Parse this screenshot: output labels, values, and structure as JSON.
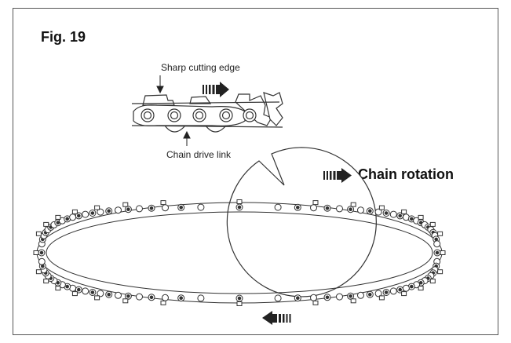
{
  "figure": {
    "label": "Fig. 19",
    "detail": {
      "sharp_edge_label": "Sharp cutting edge",
      "drive_link_label": "Chain drive link"
    },
    "legend": {
      "rotation_label": "Chain rotation"
    },
    "icons": {
      "direction_arrow": "arrow-right-striped-icon",
      "return_arrow": "arrow-left-striped-icon"
    },
    "colors": {
      "line": "#333333",
      "arrow": "#222222"
    }
  }
}
